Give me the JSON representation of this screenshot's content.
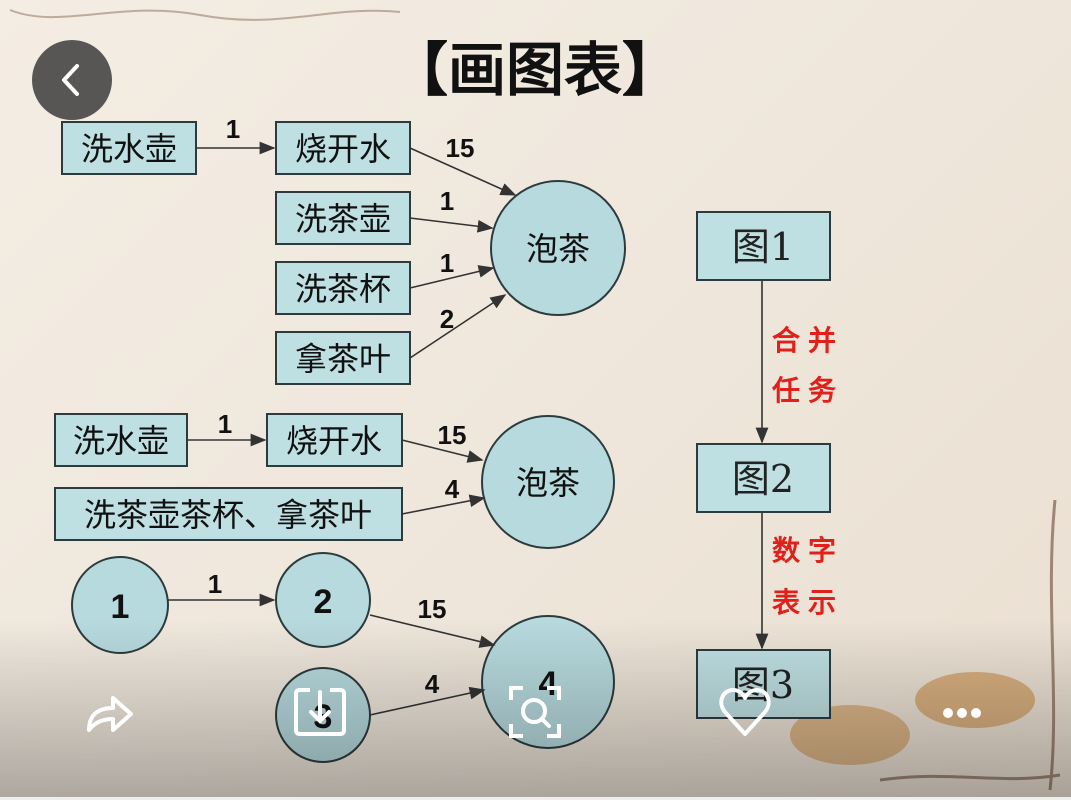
{
  "image": {
    "title": "【画图表】",
    "section1": {
      "boxes": [
        "洗水壶",
        "烧开水",
        "洗茶壶",
        "洗茶杯",
        "拿茶叶"
      ],
      "circle": "泡茶",
      "labels": [
        "1",
        "15",
        "1",
        "1",
        "2"
      ]
    },
    "section2": {
      "boxes": [
        "洗水壶",
        "烧开水",
        "洗茶壶茶杯、拿茶叶"
      ],
      "circle": "泡茶",
      "labels": [
        "1",
        "15",
        "4"
      ]
    },
    "section3": {
      "circles": [
        "1",
        "2",
        "3",
        "4"
      ],
      "labels": [
        "1",
        "15",
        "4"
      ]
    },
    "right": {
      "boxes": [
        "图1",
        "图2",
        "图3"
      ],
      "step1": [
        "合并",
        "任务"
      ],
      "step2": [
        "数字",
        "表示"
      ]
    },
    "colors": {
      "box_fill": "#bfe0e3",
      "annotation": "#e0201a"
    }
  },
  "toolbar": {
    "icons": [
      "back-icon",
      "share-icon",
      "download-icon",
      "image-search-icon",
      "heart-icon",
      "more-icon"
    ]
  }
}
